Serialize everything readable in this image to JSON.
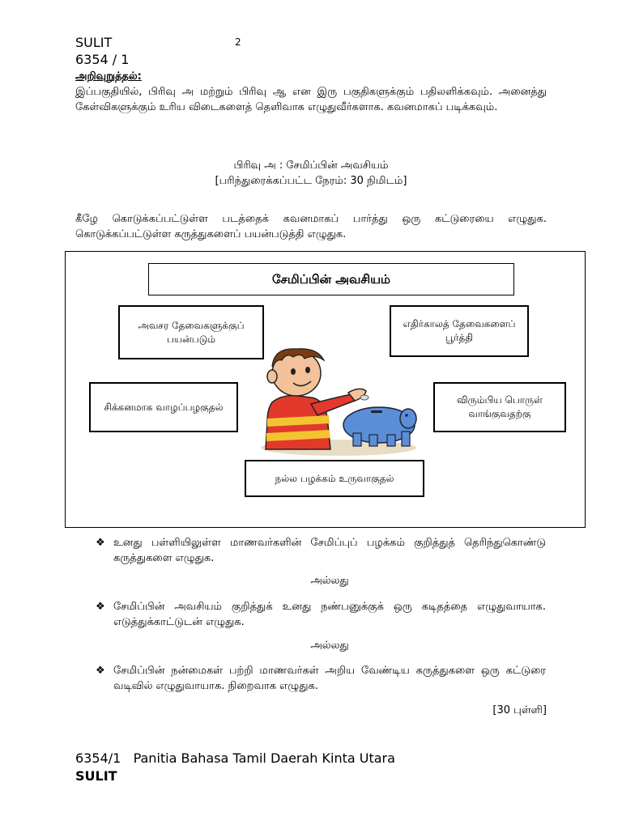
{
  "header": {
    "sulit_top": "SULIT",
    "paper_code": "6354 / 1",
    "page_number": "2"
  },
  "instructions": {
    "heading": "அறிவுறுத்தல்:",
    "text": "இப்பகுதியில், பிரிவு அ மற்றும் பிரிவு ஆ என இரு பகுதிகளுக்கும் பதிலளிக்கவும். அனைத்து கேள்விகளுக்கும் உரிய விடைகளைத் தெளிவாக எழுதுவீர்களாக. கவனமாகப் படிக்கவும்."
  },
  "section": {
    "title": "பிரிவு அ :   சேமிப்பின் அவசியம்",
    "marks_note": "[பரிந்துரைக்கப்பட்ட நேரம்: 30 நிமிடம்]"
  },
  "question_intro": "கீழே கொடுக்கப்பட்டுள்ள படத்தைக் கவனமாகப் பார்த்து ஒரு கட்டுரையை எழுதுக. கொடுக்கப்பட்டுள்ள கருத்துகளைப் பயன்படுத்தி எழுதுக.",
  "diagram": {
    "center_title": "சேமிப்பின் அவசியம்",
    "boxes": {
      "top_left": "அவசர தேவைகளுக்குப் பயன்படும்",
      "top_right": "எதிர்காலத் தேவைகளைப் பூர்த்தி",
      "mid_left": "சிக்கனமாக வாழப்பழகுதல்",
      "mid_right": "விரும்பிய பொருள் வாங்குவதற்கு",
      "bottom": "நல்ல பழக்கம் உருவாகுதல்"
    }
  },
  "bullets": [
    "உனது பள்ளியிலுள்ள மாணவர்களின் சேமிப்புப் பழக்கம் குறித்துத் தெரிந்துகொண்டு கருத்துகளை எழுதுக.",
    "சேமிப்பின் அவசியம் குறித்துக் உனது நண்பனுக்குக் ஒரு கடிதத்தை எழுதுவாயாக. எடுத்துக்காட்டுடன் எழுதுக.",
    "சேமிப்பின் நன்மைகள் பற்றி மாணவர்கள் அறிய வேண்டிய கருத்துகளை ஒரு கட்டுரை வடிவில் எழுதுவாயாக. நிறைவாக எழுதுக."
  ],
  "separators": [
    "அல்லது",
    "அல்லது"
  ],
  "total_marks": "[30 புள்ளி]",
  "footer": {
    "code": "6354/1",
    "org": "Panitia Bahasa Tamil Daerah Kinta Utara",
    "sulit_bottom": "SULIT"
  },
  "colors": {
    "shirt_red": "#e2392c",
    "shirt_yellow": "#f4c430",
    "skin": "#f3c29a",
    "hair": "#7a3b12",
    "piggy_blue": "#5a8fd8",
    "floor": "#e7dcc4"
  }
}
